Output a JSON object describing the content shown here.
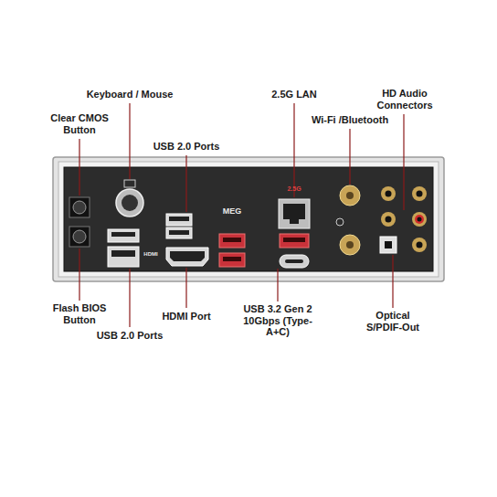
{
  "diagram": {
    "labels": [
      "Keyboard / Mouse",
      "2.5G LAN",
      "HD Audio Connectors",
      "Clear CMOS Button",
      "Wi-Fi /Bluetooth",
      "USB 2.0 Ports",
      "Flash BIOS Button",
      "HDMI Port",
      "USB 3.2 Gen 2 10Gbps (Type-A+C)",
      "Optical S/PDIF-Out",
      "USB 2.0 Ports",
      "MEG",
      "2.5G",
      "HDMI"
    ]
  }
}
